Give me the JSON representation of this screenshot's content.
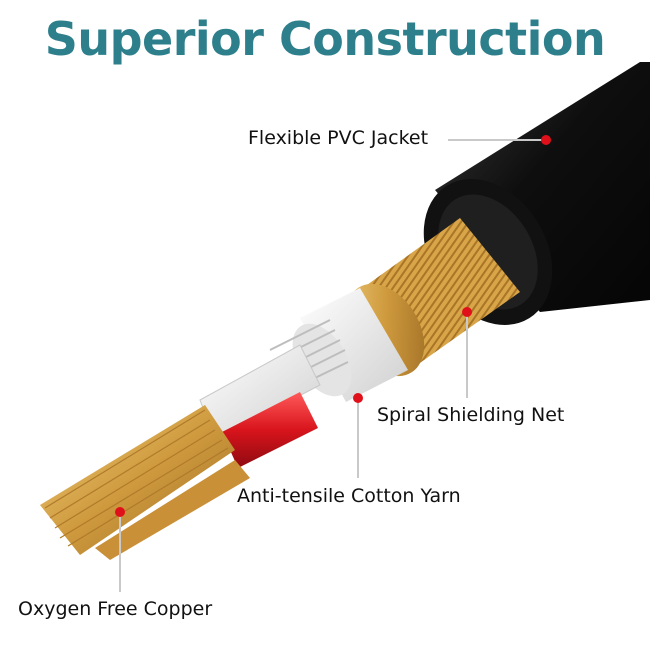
{
  "title": "Superior Construction",
  "colors": {
    "title": "#2e7f8c",
    "jacket": "#1a1a1a",
    "copper": "#d4a041",
    "marker": "#e0101a",
    "white_insulation": "#f2f2f2",
    "red_insulation": "#d8141c"
  },
  "callouts": {
    "jacket": "Flexible PVC Jacket",
    "shield": "Spiral Shielding Net",
    "yarn": "Anti-tensile Cotton Yarn",
    "copper": "Oxygen Free Copper"
  }
}
